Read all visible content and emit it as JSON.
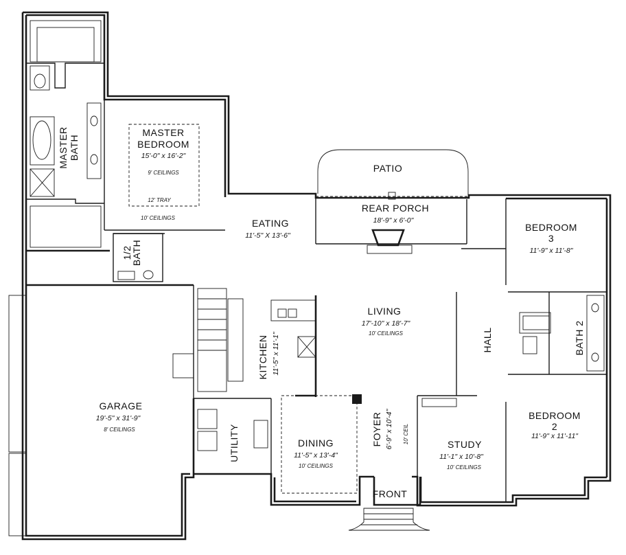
{
  "rooms": {
    "master_bath": {
      "line1": "MASTER",
      "line2": "BATH"
    },
    "master_bedroom": {
      "line1": "MASTER",
      "line2": "BEDROOM",
      "dims": "15'-0\" x 16'-2\"",
      "ceiling": "9' CEILINGS",
      "tray": "12' TRAY",
      "ceiling2": "10' CEILINGS"
    },
    "half_bath": {
      "line1": "1/2",
      "line2": "BATH"
    },
    "eating": {
      "name": "EATING",
      "dims": "11'-5\" X 13'-6\""
    },
    "patio": {
      "name": "PATIO"
    },
    "rear_porch": {
      "name": "REAR PORCH",
      "dims": "18'-9\" x 6'-0\""
    },
    "bedroom3": {
      "line1": "BEDROOM",
      "line2": "3",
      "dims": "11'-9\" x 11'-8\""
    },
    "living": {
      "name": "LIVING",
      "dims": "17'-10\" x 18'-7\"",
      "ceiling": "10' CEILINGS"
    },
    "kitchen": {
      "name": "KITCHEN",
      "dims": "11'-5\" x 11'-1\""
    },
    "hall": {
      "name": "HALL"
    },
    "bath2": {
      "name": "BATH 2"
    },
    "garage": {
      "name": "GARAGE",
      "dims": "19'-5\" x 31'-9\"",
      "ceiling": "8' CEILINGS"
    },
    "utility": {
      "name": "UTILITY"
    },
    "dining": {
      "name": "DINING",
      "dims": "11'-5\" x 13'-4\"",
      "ceiling": "10' CEILINGS"
    },
    "foyer": {
      "name": "FOYER",
      "dims": "6'-9\" x 10'-4\"",
      "ceiling": "10' CEIL"
    },
    "study": {
      "name": "STUDY",
      "dims": "11'-1\" x 10'-8\"",
      "ceiling": "10' CEILINGS"
    },
    "bedroom2": {
      "line1": "BEDROOM",
      "line2": "2",
      "dims": "11'-9\" x 11'-11\""
    },
    "front": {
      "name": "FRONT"
    }
  }
}
